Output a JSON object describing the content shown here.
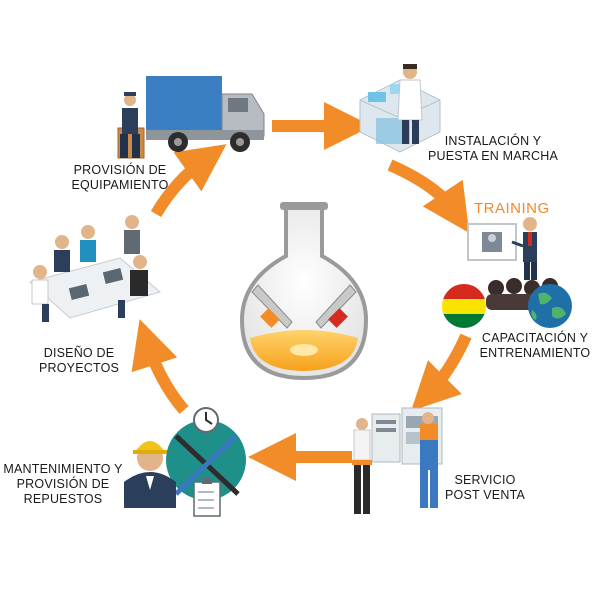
{
  "colors": {
    "arrow": "#f28c28",
    "truck": "#3a7fc1",
    "flag_red": "#d52b1e",
    "flag_yellow": "#f9e300",
    "flag_green": "#007934",
    "globe": "#1f6fa8"
  },
  "center": {
    "icon": "chemistry-flask-icon"
  },
  "stages": [
    {
      "id": "provision",
      "label": "PROVISIÓN DE\nEQUIPAMIENTO",
      "icon": "delivery-truck-icon"
    },
    {
      "id": "install",
      "label": "INSTALACIÓN Y\nPUESTA EN MARCHA",
      "icon": "lab-technician-icon"
    },
    {
      "id": "training",
      "label": "CAPACITACIÓN Y\nENTRENAMIENTO",
      "icon": "training-presentation-icon",
      "sign": "TRAINING"
    },
    {
      "id": "service",
      "label": "SERVICIO\nPOST VENTA",
      "icon": "electrical-panel-technicians-icon"
    },
    {
      "id": "maintenance",
      "label": "MANTENIMIENTO Y\nPROVISIÓN DE\nREPUESTOS",
      "icon": "engineer-tools-icon"
    },
    {
      "id": "design",
      "label": "DISEÑO DE\nPROYECTOS",
      "icon": "team-meeting-icon"
    }
  ]
}
